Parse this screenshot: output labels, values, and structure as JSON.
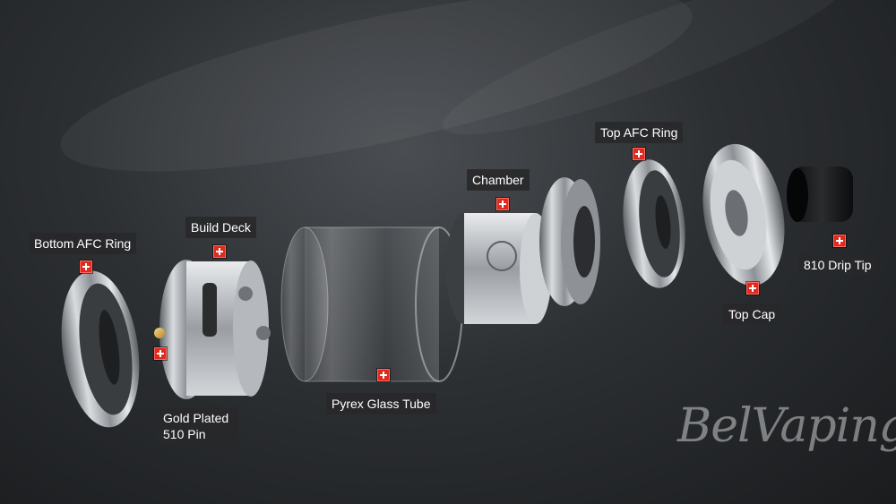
{
  "parts": {
    "bottom_afc_ring": "Bottom AFC Ring",
    "build_deck": "Build Deck",
    "gold_plated_pin": "Gold Plated 510 Pin",
    "pyrex_glass_tube": "Pyrex Glass Tube",
    "chamber": "Chamber",
    "top_afc_ring": "Top AFC Ring",
    "top_cap": "Top Cap",
    "drip_tip": "810 Drip Tip"
  },
  "watermark": "BelVaping",
  "colors": {
    "hotspot": "#e02a20",
    "label_bg": "#28282a",
    "label_text": "#ffffff"
  }
}
